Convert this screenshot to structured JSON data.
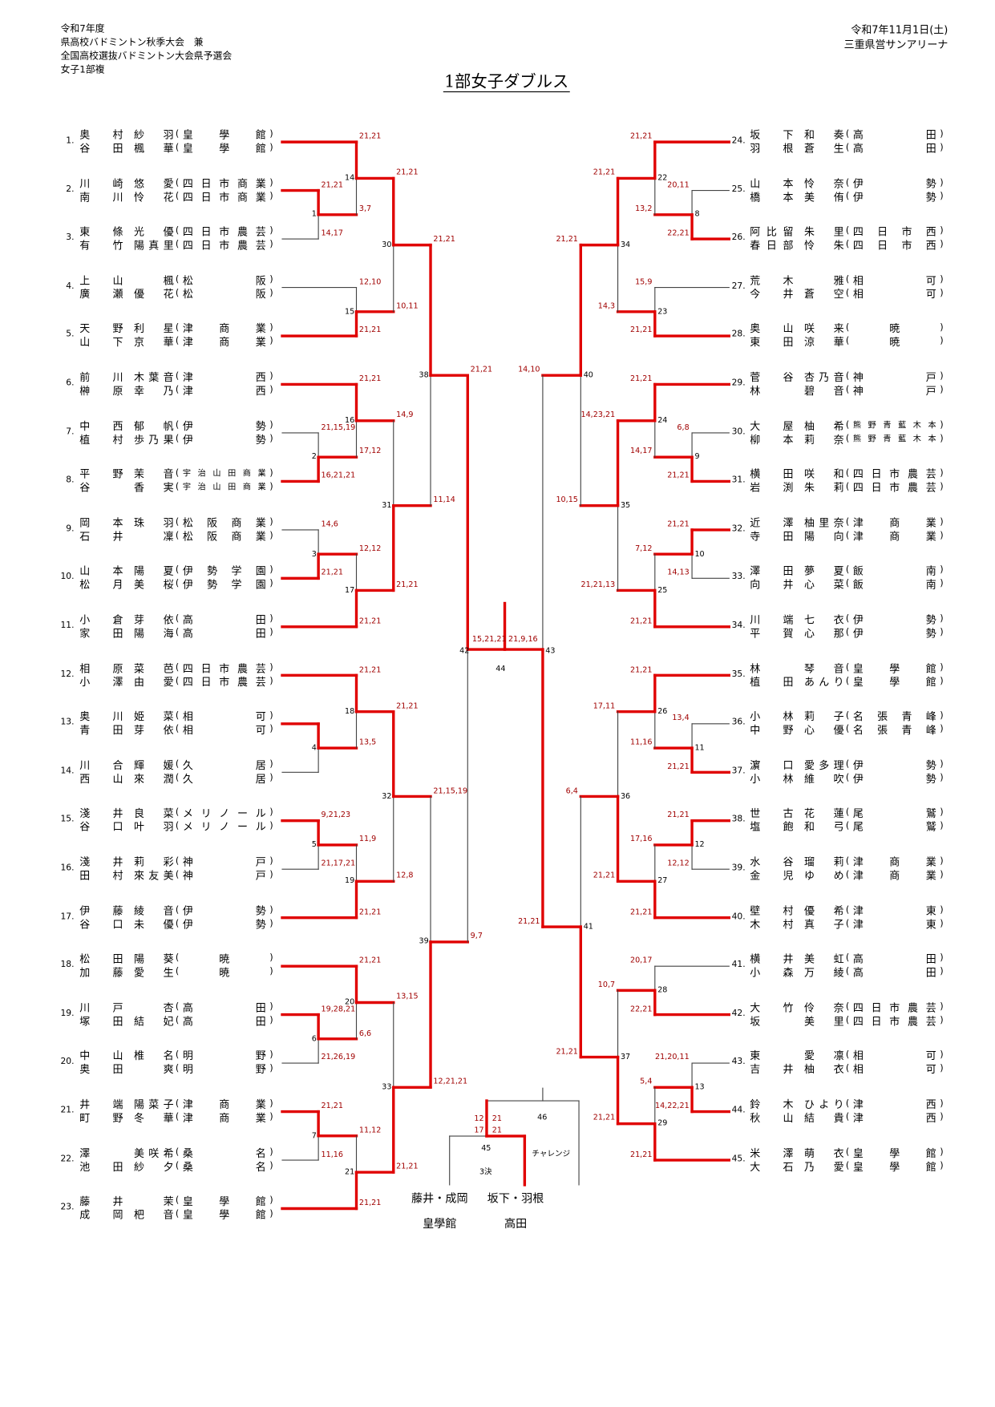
{
  "header": {
    "lines": [
      "令和7年度",
      "県高校バドミントン秋季大会　兼",
      "全国高校選抜バドミントン大会県予選会",
      "女子1部複"
    ],
    "title": "1部女子ダブルス",
    "date": "令和7年11月1日(土)",
    "venue": "三重県営サンアリーナ"
  },
  "colors": {
    "winner_line": "#e00000",
    "score_text": "#a00000",
    "line": "#444444"
  },
  "left_entries": [
    {
      "no": "1.",
      "p1": [
        "奥村",
        "紗羽"
      ],
      "p2": [
        "谷田",
        "楓華"
      ],
      "school": "皇學館"
    },
    {
      "no": "2.",
      "p1": [
        "川崎",
        "悠愛"
      ],
      "p2": [
        "南川",
        "怜花"
      ],
      "school": "四日市商業"
    },
    {
      "no": "3.",
      "p1": [
        "東條",
        "光優"
      ],
      "p2": [
        "有竹",
        "陽真里"
      ],
      "school": "四日市農芸"
    },
    {
      "no": "4.",
      "p1": [
        "上山",
        "楓"
      ],
      "p2": [
        "廣瀬",
        "優花"
      ],
      "school": "松阪"
    },
    {
      "no": "5.",
      "p1": [
        "天野",
        "利星"
      ],
      "p2": [
        "山下",
        "京華"
      ],
      "school": "津商業"
    },
    {
      "no": "6.",
      "p1": [
        "前川",
        "木葉音"
      ],
      "p2": [
        "榊原",
        "幸乃"
      ],
      "school": "津西"
    },
    {
      "no": "7.",
      "p1": [
        "中西",
        "郁帆"
      ],
      "p2": [
        "植村",
        "歩乃果"
      ],
      "school": "伊勢"
    },
    {
      "no": "8.",
      "p1": [
        "平野",
        "茉音"
      ],
      "p2": [
        "谷",
        "香実"
      ],
      "school": "宇治山田商業"
    },
    {
      "no": "9.",
      "p1": [
        "岡本",
        "珠羽"
      ],
      "p2": [
        "石井",
        "凜"
      ],
      "school": "松阪商業"
    },
    {
      "no": "10.",
      "p1": [
        "山本",
        "陽夏"
      ],
      "p2": [
        "松月",
        "美桜"
      ],
      "school": "伊勢学園"
    },
    {
      "no": "11.",
      "p1": [
        "小倉",
        "芽依"
      ],
      "p2": [
        "家田",
        "陽海"
      ],
      "school": "高田"
    },
    {
      "no": "12.",
      "p1": [
        "相原",
        "菜芭"
      ],
      "p2": [
        "小澤",
        "由愛"
      ],
      "school": "四日市農芸"
    },
    {
      "no": "13.",
      "p1": [
        "奥川",
        "姫菜"
      ],
      "p2": [
        "青田",
        "芽依"
      ],
      "school": "相可"
    },
    {
      "no": "14.",
      "p1": [
        "川合",
        "輝媛"
      ],
      "p2": [
        "西山",
        "來潤"
      ],
      "school": "久居"
    },
    {
      "no": "15.",
      "p1": [
        "淺井",
        "良菜"
      ],
      "p2": [
        "谷口",
        "叶羽"
      ],
      "school": "メリノール"
    },
    {
      "no": "16.",
      "p1": [
        "淺井",
        "莉彩"
      ],
      "p2": [
        "田村",
        "來友美"
      ],
      "school": "神戸"
    },
    {
      "no": "17.",
      "p1": [
        "伊藤",
        "綾音"
      ],
      "p2": [
        "谷口",
        "未優"
      ],
      "school": "伊勢"
    },
    {
      "no": "18.",
      "p1": [
        "松田",
        "陽葵"
      ],
      "p2": [
        "加藤",
        "愛生"
      ],
      "school": "暁"
    },
    {
      "no": "19.",
      "p1": [
        "川戸",
        "杏"
      ],
      "p2": [
        "塚田",
        "結妃"
      ],
      "school": "高田"
    },
    {
      "no": "20.",
      "p1": [
        "中山",
        "椎名"
      ],
      "p2": [
        "奥田",
        "爽"
      ],
      "school": "明野"
    },
    {
      "no": "21.",
      "p1": [
        "井端",
        "陽菜子"
      ],
      "p2": [
        "町野",
        "冬華"
      ],
      "school": "津商業"
    },
    {
      "no": "22.",
      "p1": [
        "澤",
        "美咲希"
      ],
      "p2": [
        "池田",
        "紗夕"
      ],
      "school": "桑名"
    },
    {
      "no": "23.",
      "p1": [
        "藤井",
        "茉"
      ],
      "p2": [
        "成岡",
        "杷音"
      ],
      "school": "皇學館"
    }
  ],
  "right_entries": [
    {
      "no": "24.",
      "p1": [
        "坂下",
        "和奏"
      ],
      "p2": [
        "羽根",
        "蒼生"
      ],
      "school": "高田"
    },
    {
      "no": "25.",
      "p1": [
        "山本",
        "怜奈"
      ],
      "p2": [
        "橋本",
        "美侑"
      ],
      "school": "伊勢"
    },
    {
      "no": "26.",
      "p1": [
        "阿比留",
        "朱里"
      ],
      "p2": [
        "春日部",
        "怜朱"
      ],
      "school": "四日市西"
    },
    {
      "no": "27.",
      "p1": [
        "荒木",
        "雅"
      ],
      "p2": [
        "今井",
        "蒼空"
      ],
      "school": "相可"
    },
    {
      "no": "28.",
      "p1": [
        "奥山",
        "咲来"
      ],
      "p2": [
        "東田",
        "涼華"
      ],
      "school": "暁"
    },
    {
      "no": "29.",
      "p1": [
        "菅谷",
        "杏乃音"
      ],
      "p2": [
        "林",
        "碧音"
      ],
      "school": "神戸"
    },
    {
      "no": "30.",
      "p1": [
        "大屋",
        "柚希"
      ],
      "p2": [
        "柳本",
        "莉奈"
      ],
      "school": "熊野青藍木本"
    },
    {
      "no": "31.",
      "p1": [
        "横田",
        "咲和"
      ],
      "p2": [
        "岩渕",
        "朱莉"
      ],
      "school": "四日市農芸"
    },
    {
      "no": "32.",
      "p1": [
        "近澤",
        "柚里奈"
      ],
      "p2": [
        "寺田",
        "陽向"
      ],
      "school": "津商業"
    },
    {
      "no": "33.",
      "p1": [
        "澤田",
        "夢夏"
      ],
      "p2": [
        "向井",
        "心菜"
      ],
      "school": "飯南"
    },
    {
      "no": "34.",
      "p1": [
        "川端",
        "七衣"
      ],
      "p2": [
        "平賀",
        "心那"
      ],
      "school": "伊勢"
    },
    {
      "no": "35.",
      "p1": [
        "林",
        "琴音"
      ],
      "p2": [
        "植田",
        "あんり"
      ],
      "school": "皇學館"
    },
    {
      "no": "36.",
      "p1": [
        "小林",
        "莉子"
      ],
      "p2": [
        "中野",
        "心優"
      ],
      "school": "名張青峰"
    },
    {
      "no": "37.",
      "p1": [
        "濵口",
        "愛多理"
      ],
      "p2": [
        "小林",
        "維吹"
      ],
      "school": "伊勢"
    },
    {
      "no": "38.",
      "p1": [
        "世古",
        "花蓮"
      ],
      "p2": [
        "塩飽",
        "和弓"
      ],
      "school": "尾鷲"
    },
    {
      "no": "39.",
      "p1": [
        "水谷",
        "瑠莉"
      ],
      "p2": [
        "金児",
        "ゆめ"
      ],
      "school": "津商業"
    },
    {
      "no": "40.",
      "p1": [
        "壁村",
        "優希"
      ],
      "p2": [
        "木村",
        "真子"
      ],
      "school": "津東"
    },
    {
      "no": "41.",
      "p1": [
        "横井",
        "美虹"
      ],
      "p2": [
        "小森",
        "万綾"
      ],
      "school": "高田"
    },
    {
      "no": "42.",
      "p1": [
        "大竹",
        "伶奈"
      ],
      "p2": [
        "坂",
        "美里"
      ],
      "school": "四日市農芸"
    },
    {
      "no": "43.",
      "p1": [
        "東",
        "愛凛"
      ],
      "p2": [
        "吉井",
        "柚衣"
      ],
      "school": "相可"
    },
    {
      "no": "44.",
      "p1": [
        "鈴木",
        "ひより"
      ],
      "p2": [
        "秋山",
        "結貴"
      ],
      "school": "津西"
    },
    {
      "no": "45.",
      "p1": [
        "米澤",
        "萌衣"
      ],
      "p2": [
        "大石",
        "乃愛"
      ],
      "school": "皇學館"
    }
  ],
  "matches": {
    "1": {
      "top": "21,21",
      "bottom": "14,17",
      "winner": "top"
    },
    "2": {
      "top": "21,15,19",
      "bottom": "16,21,21",
      "winner": "bottom"
    },
    "3": {
      "top": "14,6",
      "bottom": "21,21",
      "winner": "bottom"
    },
    "4": {
      "top": "",
      "bottom": "",
      "winner": "top"
    },
    "5": {
      "top": "9,21,23",
      "bottom": "21,17,21",
      "winner": "top"
    },
    "6": {
      "top": "19,28,21",
      "bottom": "21,26,19",
      "winner": "top"
    },
    "7": {
      "top": "21,21",
      "bottom": "11,16",
      "winner": "top"
    },
    "8": {
      "top": "20,11",
      "bottom": "22,21",
      "winner": "bottom"
    },
    "9": {
      "top": "6,8",
      "bottom": "21,21",
      "winner": "bottom"
    },
    "10": {
      "top": "21,21",
      "bottom": "14,13",
      "winner": "top"
    },
    "11": {
      "top": "13,4",
      "bottom": "21,21",
      "winner": "bottom"
    },
    "12": {
      "top": "21,21",
      "bottom": "12,12",
      "winner": "top"
    },
    "13": {
      "top": "21,20,11",
      "bottom": "14,22,21",
      "winner": "bottom"
    },
    "14": {
      "top": "21,21",
      "bottom": "3,7",
      "winner": "top"
    },
    "15": {
      "top": "12,10",
      "bottom": "21,21",
      "winner": "bottom"
    },
    "16": {
      "top": "21,21",
      "bottom": "17,12",
      "winner": "top"
    },
    "17": {
      "top": "12,12",
      "bottom": "21,21",
      "winner": "bottom"
    },
    "18": {
      "top": "21,21",
      "bottom": "13,5",
      "winner": "top"
    },
    "19": {
      "top": "11,9",
      "bottom": "21,21",
      "winner": "bottom"
    },
    "20": {
      "top": "21,21",
      "bottom": "6,6",
      "winner": "top"
    },
    "21": {
      "top": "11,12",
      "bottom": "21,21",
      "winner": "bottom"
    },
    "22": {
      "top": "21,21",
      "bottom": "13,2",
      "winner": "top"
    },
    "23": {
      "top": "15,9",
      "bottom": "21,21",
      "winner": "bottom"
    },
    "24": {
      "top": "21,21",
      "bottom": "14,17",
      "winner": "top"
    },
    "25": {
      "top": "7,12",
      "bottom": "21,21",
      "winner": "bottom"
    },
    "26": {
      "top": "21,21",
      "bottom": "11,16",
      "winner": "top"
    },
    "27": {
      "top": "17,16",
      "bottom": "21,21",
      "winner": "bottom"
    },
    "28": {
      "top": "20,17",
      "bottom": "22,21",
      "winner": "bottom"
    },
    "29": {
      "top": "5,4",
      "bottom": "21,21",
      "winner": "bottom"
    },
    "30": {
      "top": "21,21",
      "bottom": "10,11",
      "winner": "top"
    },
    "31": {
      "top": "14,9",
      "bottom": "21,21",
      "winner": "bottom"
    },
    "32": {
      "top": "21,21",
      "bottom": "12,8",
      "winner": "top"
    },
    "33": {
      "top": "13,15",
      "bottom": "21,21",
      "winner": "bottom"
    },
    "34": {
      "top": "21,21",
      "bottom": "14,3",
      "winner": "top"
    },
    "35": {
      "top": "14,23,21",
      "bottom": "21,21,13",
      "winner": "top"
    },
    "36": {
      "top": "17,11",
      "bottom": "21,21",
      "winner": "bottom"
    },
    "37": {
      "top": "10,7",
      "bottom": "21,21",
      "winner": "bottom"
    },
    "38": {
      "top": "21,21",
      "bottom": "11,14",
      "winner": "top"
    },
    "39": {
      "top": "21,15,19",
      "bottom": "12,21,21",
      "winner": "bottom"
    },
    "40": {
      "top": "21,21",
      "bottom": "10,15",
      "winner": "top"
    },
    "41": {
      "top": "6,4",
      "bottom": "21,21",
      "winner": "bottom"
    },
    "42": {
      "top": "21,21",
      "bottom": "9,7",
      "winner": "top"
    },
    "43": {
      "top": "14,10",
      "bottom": "21,21",
      "winner": "bottom"
    },
    "44": {
      "left": "15,21,21",
      "right": "21,9,16",
      "winner": "left"
    }
  },
  "third_place": {
    "no": "45",
    "label": "3決",
    "left_scores": [
      "12",
      "17"
    ],
    "right_scores": [
      "21",
      "21"
    ],
    "winner": "right",
    "left_team": {
      "names": "藤井・成岡",
      "school": "皇學館"
    },
    "right_team": {
      "names": "坂下・羽根",
      "school": "高田"
    }
  },
  "challenge": {
    "no": "46",
    "label": "チャレンジ"
  }
}
